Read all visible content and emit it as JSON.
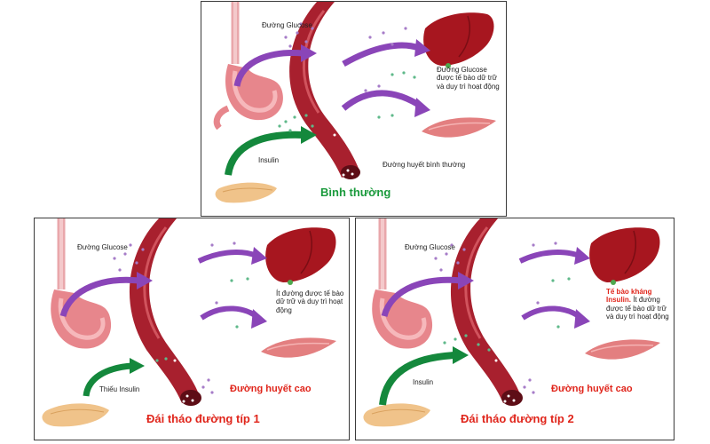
{
  "colors": {
    "vessel": "#9e1e2c",
    "vessel_light": "#e36a72",
    "liver": "#a7161f",
    "arrow_purple": "#8a45b8",
    "arrow_green": "#14883c",
    "dot_purple": "#a67cc8",
    "dot_green": "#5fb98a",
    "title_normal": "#1a9a3c",
    "title_red": "#e0251b"
  },
  "icons": [
    "stomach-icon",
    "blood-vessel-icon",
    "liver-icon",
    "muscle-icon",
    "pancreas-icon"
  ],
  "panels": {
    "normal": {
      "glucose_label": "Đường Glucose",
      "liver_text": "Đường Glucose được tế bào dữ trữ và duy trì hoạt động",
      "insulin_label": "Insulin",
      "blood_label": "Đường huyết bình thường",
      "title": "Bình thường"
    },
    "type1": {
      "glucose_label": "Đường Glucose",
      "liver_text": "Ít đường được tế bào dữ trữ và duy trì hoạt động",
      "insulin_label": "Thiếu Insulin",
      "blood_label": "Đường huyết cao",
      "title": "Đái tháo đường típ 1"
    },
    "type2": {
      "glucose_label": "Đường Glucose",
      "liver_text_red": "Tế bào kháng Insulin.",
      "liver_text": "Ít đường được tế bào dữ trữ và duy trì hoạt động",
      "insulin_label": "Insulin",
      "blood_label": "Đường huyết cao",
      "title": "Đái tháo đường típ 2"
    }
  }
}
